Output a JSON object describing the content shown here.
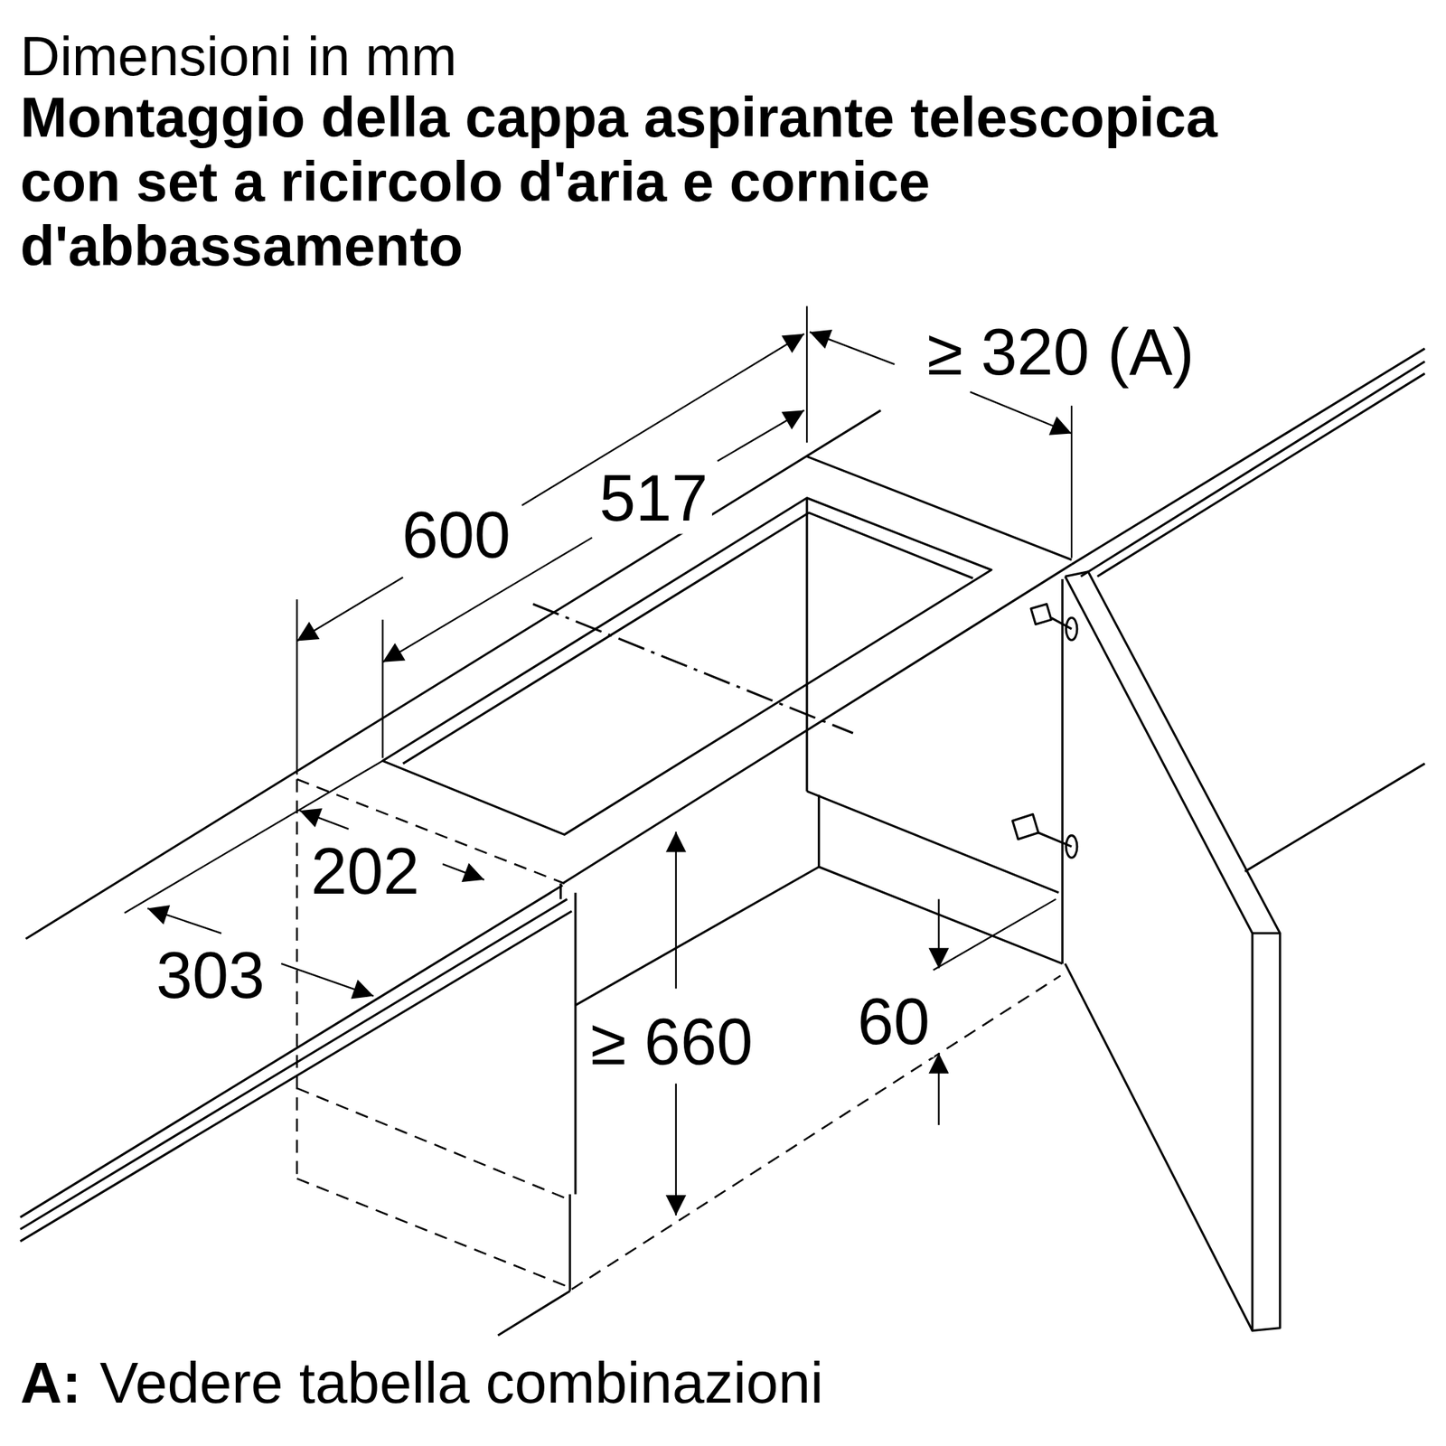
{
  "diagram": {
    "title": "Montaggio della cappa aspirante telescopica con set a ricircolo d'aria e cornice d'abbassamento",
    "labels": [
      "Dimensioni in mm",
      "≥ 320 (A)",
      "600",
      "517",
      "202",
      "303",
      "≥ 660",
      "60",
      "A:",
      "Vedere tabella combinazioni"
    ]
  }
}
